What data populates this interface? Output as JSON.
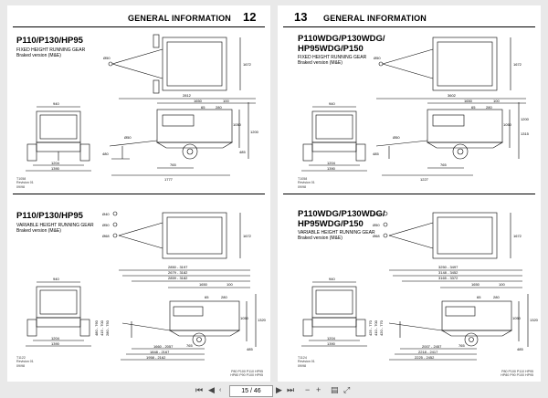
{
  "viewer": {
    "page_indicator": "15 / 46",
    "icons": [
      "first-page-icon",
      "prev-page-icon",
      "next-page-icon",
      "last-page-icon",
      "zoom-out-icon",
      "zoom-in-icon",
      "page-layout-icon",
      "fit-page-icon"
    ]
  },
  "left_page": {
    "header": "GENERAL INFORMATION",
    "page_number": "12",
    "sections": [
      {
        "title": "P110/P130/HP95",
        "subtitle": "FIXED HEIGHT RUNNING GEAR\nBraked version (M&E)",
        "caption": "T1058\nRevision 01\n09/98",
        "dims_top": [
          "Ø50",
          "1672"
        ],
        "dims_side": [
          "2812",
          "1650",
          "100",
          "65",
          "280",
          "1050",
          "1200",
          "485",
          "480",
          "765",
          "1777",
          "Ø50"
        ],
        "dims_front": [
          "940",
          "1204",
          "1390"
        ]
      },
      {
        "title": "P110/P130/HP95",
        "subtitle": "VARIABLE HEIGHT RUNNING GEAR\nBraked version (M&E)",
        "caption": "T1122\nRevision 01\n09/98",
        "dims_top": [
          "Ø40",
          "Ø50",
          "Ø68",
          "1672"
        ],
        "dims_side": [
          "2850 - 3197",
          "2679 - 3182",
          "2859 - 3182",
          "1650",
          "100",
          "65",
          "280",
          "1050",
          "1320",
          "485",
          "765",
          "1660 - 2057",
          "1848 - 2167",
          "1958 - 2162"
        ],
        "dims_front": [
          "940",
          "1204",
          "1390",
          "480 - 760",
          "415 - 700",
          "280 - 750"
        ]
      }
    ],
    "footer_codes": "P80  P100  P110  HP95\nHP80  P90  P100  HP95"
  },
  "right_page": {
    "header": "GENERAL INFORMATION",
    "page_number": "13",
    "sections": [
      {
        "title": "P110WDG/P130WDG/\nHP95WDG/P150",
        "subtitle": "FIXED HEIGHT RUNNING GEAR\nBraked version (M&E)",
        "caption": "T1058\nRevision 01\n09/98",
        "dims_top": [
          "Ø50",
          "1672"
        ],
        "dims_side": [
          "3602",
          "1650",
          "100",
          "65",
          "280",
          "1050",
          "1200",
          "1315",
          "485",
          "765",
          "1227",
          "Ø50"
        ],
        "dims_front": [
          "940",
          "1204",
          "1390"
        ]
      },
      {
        "title": "P110WDG/P130WDG/\nHP95WDG/P150",
        "subtitle": "VARIABLE HEIGHT RUNNING GEAR\nBraked version (M&E)",
        "caption": "T1124\nRevision 01\n09/98",
        "dims_top": [
          "Ø40",
          "Ø50",
          "Ø68",
          "1672"
        ],
        "dims_side": [
          "3250 - 3497",
          "3148 - 3452",
          "3165 - 3372",
          "1650",
          "100",
          "65",
          "280",
          "1050",
          "1320",
          "485",
          "765",
          "2007 - 2457",
          "2218 - 2417",
          "2225 - 2452"
        ],
        "dims_front": [
          "940",
          "1204",
          "1390",
          "425 - 770",
          "410 - 700",
          "420 - 770"
        ]
      }
    ],
    "footer_codes": "P80  P100  P110  HP95\nHP80  P90  P100  HP95"
  }
}
